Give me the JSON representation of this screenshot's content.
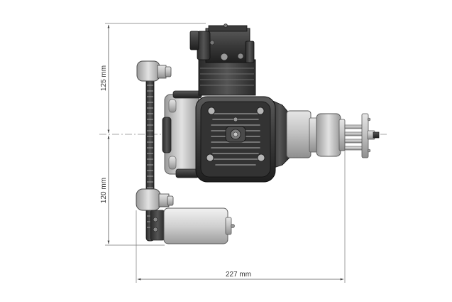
{
  "dimensions": {
    "upper_height": "125 mm",
    "lower_height": "120 mm",
    "overall_width": "227 mm"
  },
  "colors": {
    "engine_dark": "#2b2b2b",
    "engine_mid": "#4a4a4a",
    "metal_light": "#c9c9c9",
    "dimension_line": "#555555"
  }
}
